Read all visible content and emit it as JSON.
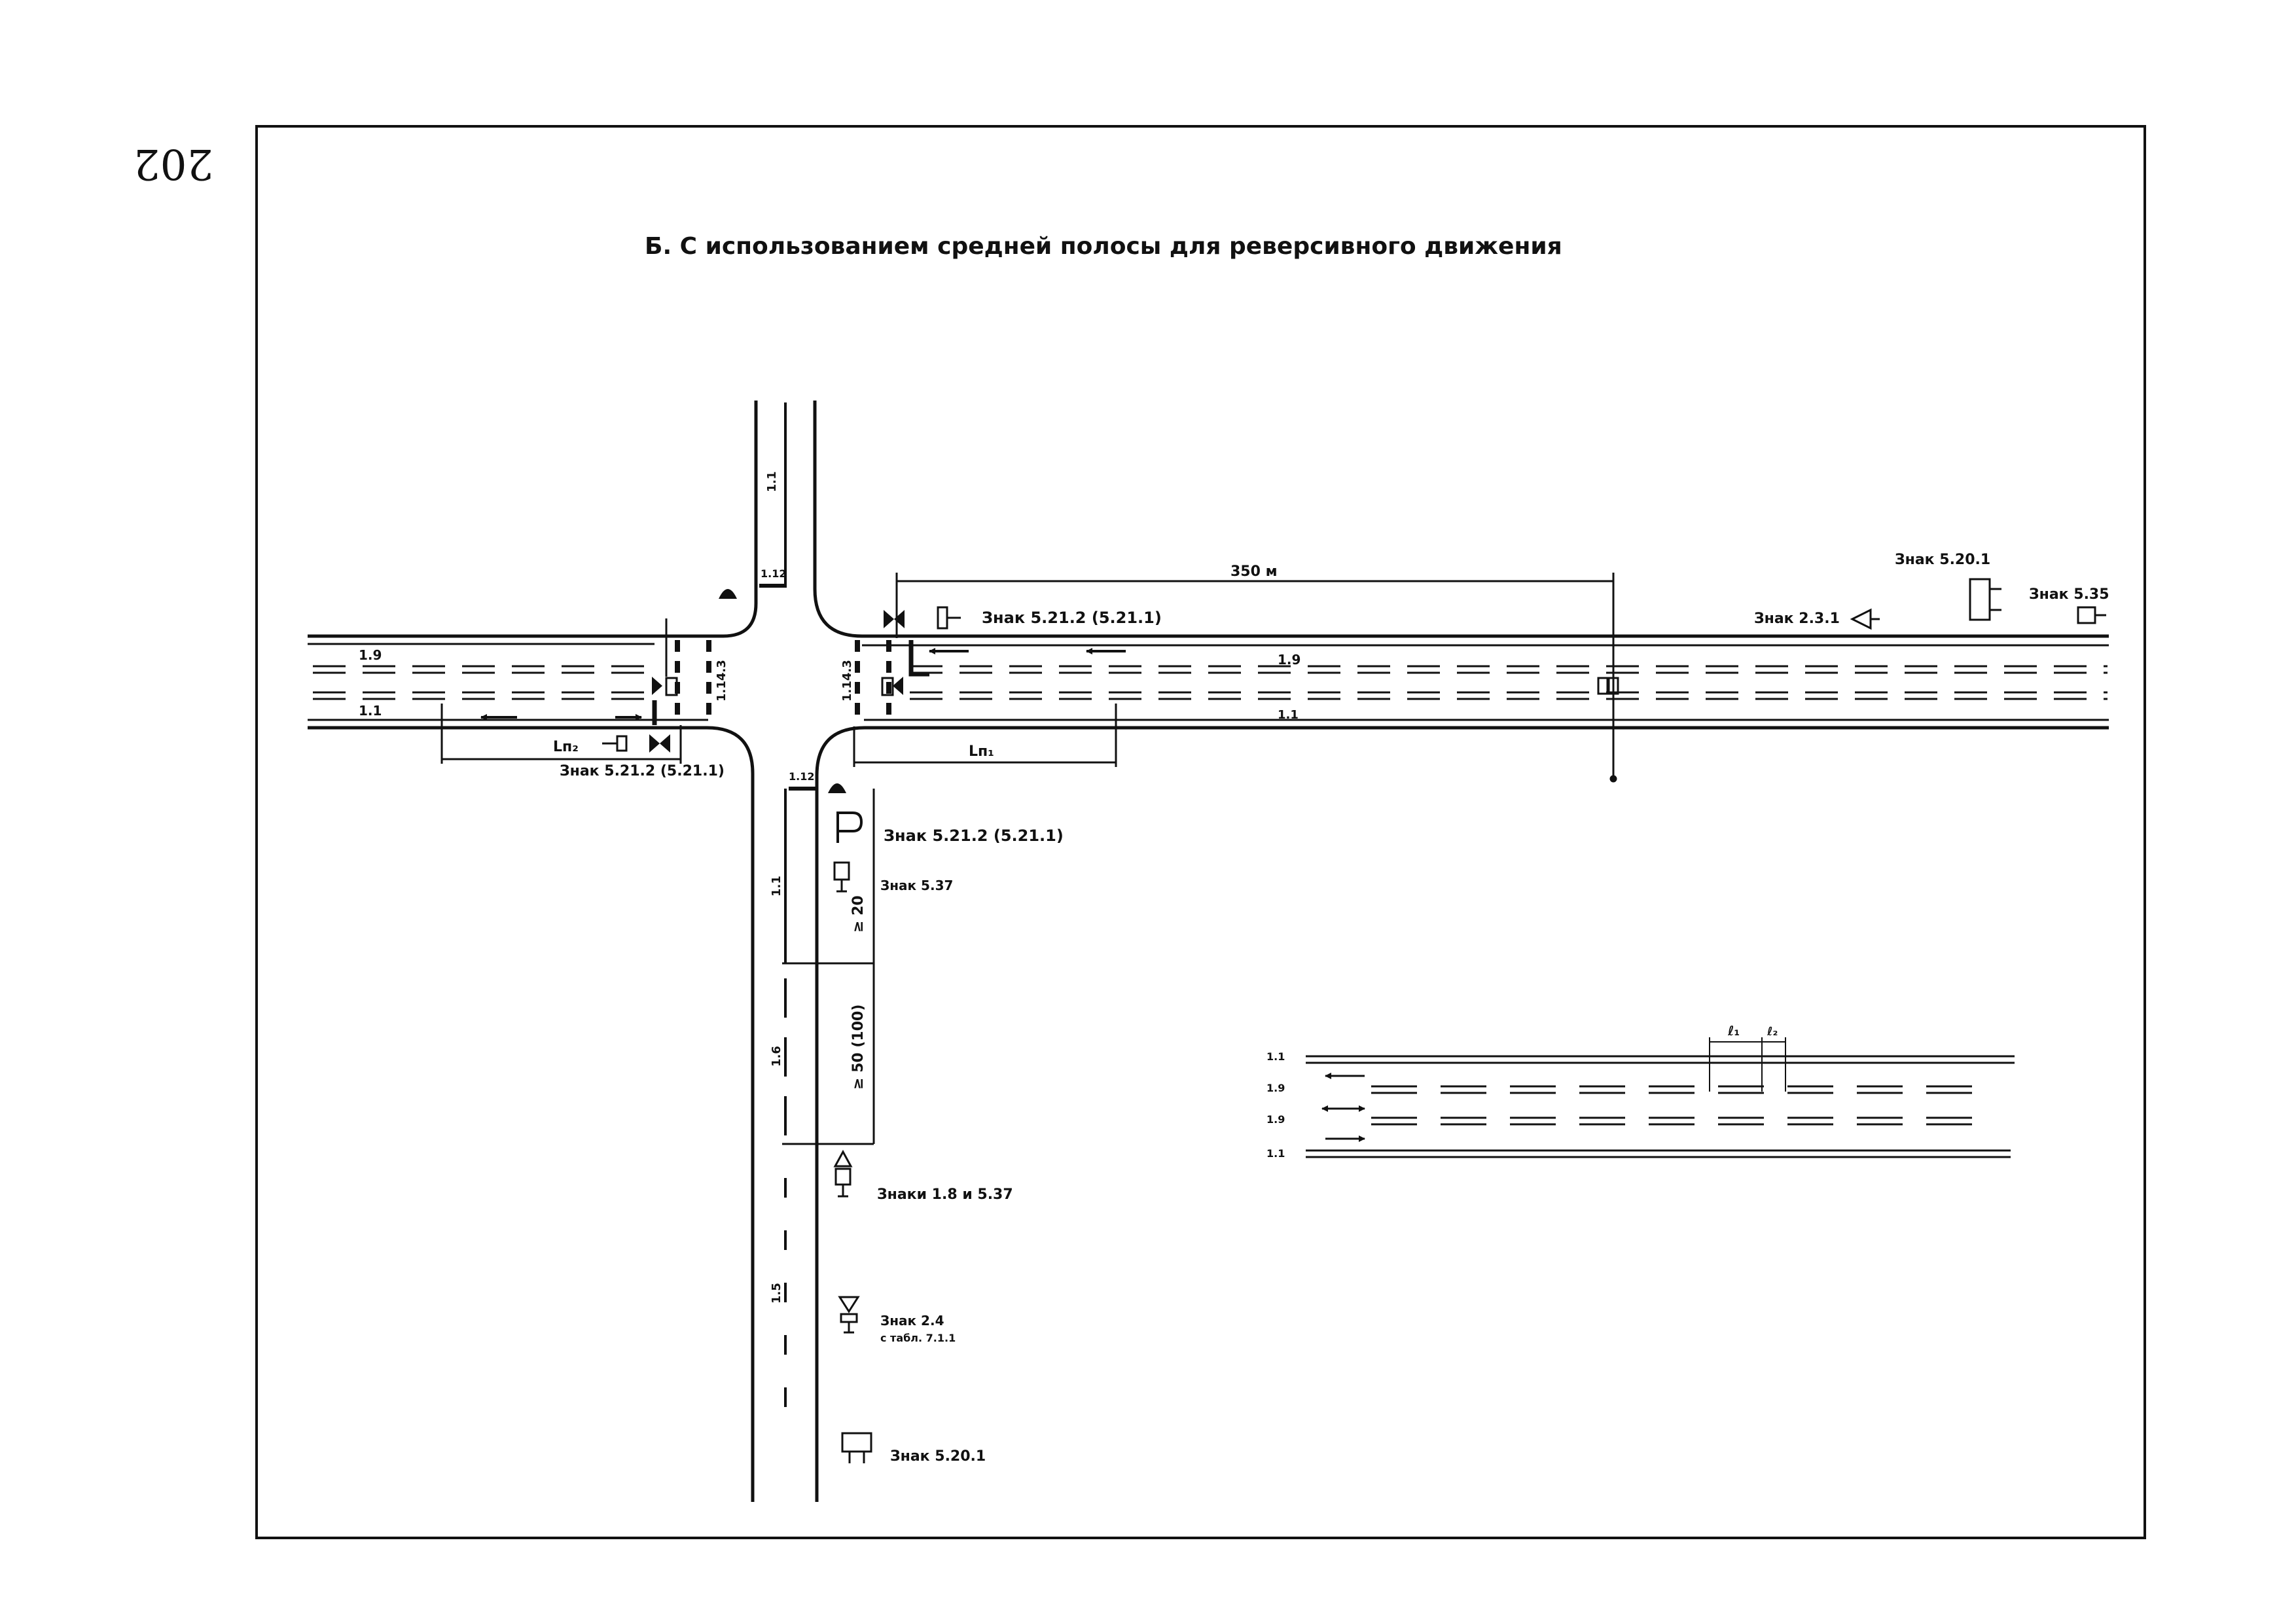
{
  "page_number": "202",
  "title": "Б.  С использованием средней полосы для реверсивного движения",
  "labels": {
    "dist_350": "350 м",
    "sign_5_20_1_top": "Знак 5.20.1",
    "sign_5_35": "Знак 5.35",
    "sign_2_3_1": "Знак 2.3.1",
    "sign_5_21_2_upper": "Знак 5.21.2 (5.21.1)",
    "sign_5_21_2_lower_left": "Знак 5.21.2 (5.21.1)",
    "sign_5_21_2_south": "Знак 5.21.2 (5.21.1)",
    "sign_5_37": "Знак 5.37",
    "signs_1_8_5_37": "Знаки 1.8 и 5.37",
    "sign_2_4": "Знак 2.4",
    "sign_2_4_plate": "с табл. 7.1.1",
    "sign_5_20_1_bottom": "Знак 5.20.1",
    "mark_1_9_left": "1.9",
    "mark_1_1_left": "1.1",
    "mark_1_9_right": "1.9",
    "mark_1_1_right": "1.1",
    "mark_1_1_north": "1.1",
    "mark_1_12_north": "1.12",
    "mark_1_12_south": "1.12",
    "mark_1_14_3_left": "1.14.3",
    "mark_1_14_3_right": "1.14.3",
    "mark_1_1_south": "1.1",
    "mark_1_6_south": "1.6",
    "mark_1_5_south": "1.5",
    "len_ln1": "Lп₁",
    "len_ln2": "Lп₂",
    "dist_20": "≥ 20",
    "dist_50": "≥ 50 (100)"
  },
  "detail": {
    "row_labels": [
      "1.1",
      "1.9",
      "1.9",
      "1.1"
    ],
    "dim_l1": "ℓ₁",
    "dim_l2": "ℓ₂"
  }
}
